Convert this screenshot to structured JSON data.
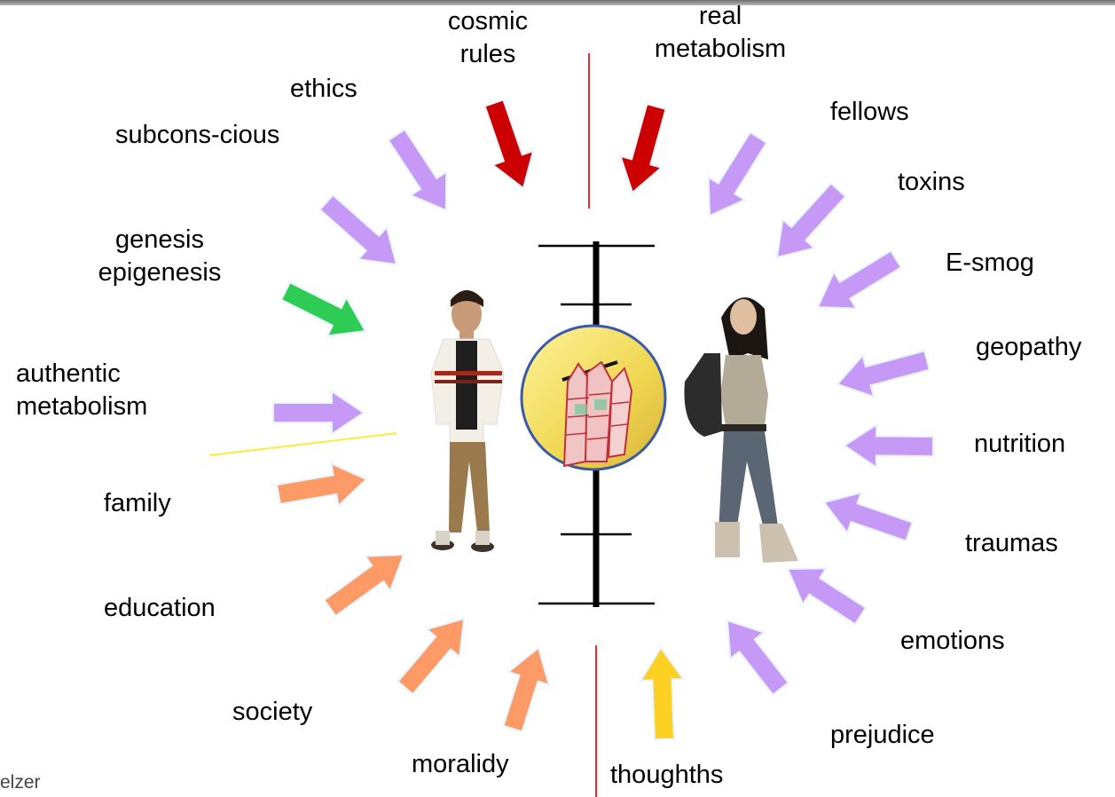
{
  "labels": {
    "cosmic_rules": [
      "cosmic",
      "rules"
    ],
    "real_metabolism": [
      "real",
      "metabolism"
    ],
    "ethics": "ethics",
    "subconscious": "subcons-cious",
    "genesis_epigenesis": [
      "genesis",
      "epigenesis"
    ],
    "authentic_metabolism": [
      "authentic",
      "metabolism"
    ],
    "family": "family",
    "education": "education",
    "society": "society",
    "moralidy": "moralidy",
    "thoughths": "thoughths",
    "prejudice": "prejudice",
    "emotions": "emotions",
    "traumas": "traumas",
    "nutrition": "nutrition",
    "geopathy": "geopathy",
    "e_smog": "E-smog",
    "toxins": "toxins",
    "fellows": "fellows"
  },
  "author": "elzer",
  "colors": {
    "red_arrow": "#cc0000",
    "purple_arrow": "#c799f7",
    "green_arrow": "#2fcc55",
    "orange_arrow": "#fd9a66",
    "yellow_arrow": "#fdd124",
    "red_divider": "#e03030",
    "yellow_divider": "#f5ef3a",
    "center_circle": "#f0e060"
  },
  "figures": [
    "young-man-figure",
    "young-woman-figure"
  ],
  "center_symbol": "dna-chromosome-circle"
}
